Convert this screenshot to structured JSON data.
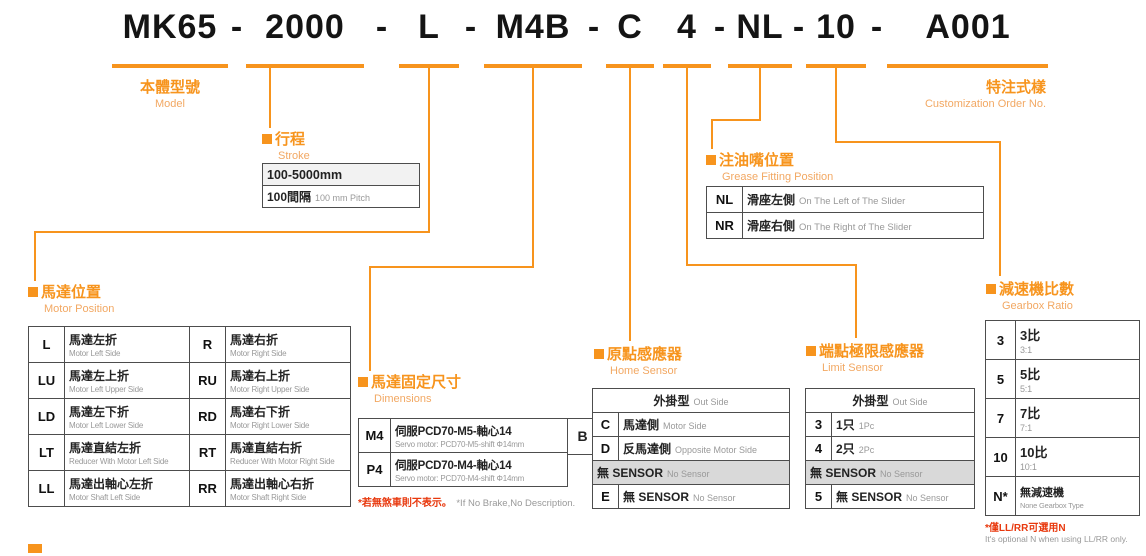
{
  "colors": {
    "accent": "#f7941d",
    "accent_light": "#f2a863",
    "note_red": "#e8380d",
    "muted_text": "#999999",
    "divider_gray": "#d9d9d9"
  },
  "model_code": {
    "separator": "-",
    "segments": [
      "MK65",
      "2000",
      "L",
      "M4B",
      "C",
      "4",
      "NL",
      "10",
      "A001"
    ]
  },
  "sections": {
    "model": {
      "title": "本體型號",
      "subtitle": "Model"
    },
    "stroke": {
      "title": "行程",
      "subtitle": "Stroke",
      "range": "100-5000mm",
      "pitch_zh": "100間隔",
      "pitch_en": "100 mm Pitch"
    },
    "custom_order": {
      "title": "特注式樣",
      "subtitle": "Customization Order No."
    },
    "grease": {
      "title": "注油嘴位置",
      "subtitle": "Grease Fitting Position",
      "rows": [
        {
          "code": "NL",
          "zh": "滑座左側",
          "en": "On The Left of The Slider"
        },
        {
          "code": "NR",
          "zh": "滑座右側",
          "en": "On The Right of The Slider"
        }
      ]
    },
    "motor_position": {
      "title": "馬達位置",
      "subtitle": "Motor Position",
      "rows": [
        {
          "c1": "L",
          "zh1": "馬達左折",
          "en1": "Motor Left Side",
          "c2": "R",
          "zh2": "馬達右折",
          "en2": "Motor Right Side"
        },
        {
          "c1": "LU",
          "zh1": "馬達左上折",
          "en1": "Motor Left Upper Side",
          "c2": "RU",
          "zh2": "馬達右上折",
          "en2": "Motor Right Upper Side"
        },
        {
          "c1": "LD",
          "zh1": "馬達左下折",
          "en1": "Motor Left Lower Side",
          "c2": "RD",
          "zh2": "馬達右下折",
          "en2": "Motor Right Lower Side"
        },
        {
          "c1": "LT",
          "zh1": "馬達直結左折",
          "en1": "Reducer With Motor Left Side",
          "c2": "RT",
          "zh2": "馬達直結右折",
          "en2": "Reducer With Motor Right Side"
        },
        {
          "c1": "LL",
          "zh1": "馬達出軸心左折",
          "en1": "Motor Shaft Left Side",
          "c2": "RR",
          "zh2": "馬達出軸心右折",
          "en2": "Motor Shaft Right Side"
        }
      ]
    },
    "dimensions": {
      "title": "馬達固定尺寸",
      "subtitle": "Dimensions",
      "rows": [
        {
          "code": "M4",
          "zh": "伺服PCD70-M5-軸心14",
          "en": "Servo motor: PCD70-M5-shift Φ14mm"
        },
        {
          "code": "P4",
          "zh": "伺服PCD70-M4-軸心14",
          "en": "Servo motor: PCD70-M4-shift Φ14mm"
        }
      ],
      "brake_code": "B",
      "note_zh": "*若無煞車則不表示。",
      "note_en": "*If No Brake,No Description."
    },
    "home_sensor": {
      "title": "原點感應器",
      "subtitle": "Home Sensor",
      "header_zh": "外掛型",
      "header_en": "Out Side",
      "rows": [
        {
          "code": "C",
          "zh": "馬達側",
          "en": "Motor Side"
        },
        {
          "code": "D",
          "zh": "反馬達側",
          "en": "Opposite Motor Side"
        }
      ],
      "divider_zh": "無 SENSOR",
      "divider_en": "No Sensor",
      "none_row": {
        "code": "E",
        "zh": "無 SENSOR",
        "en": "No Sensor"
      }
    },
    "limit_sensor": {
      "title": "端點極限感應器",
      "subtitle": "Limit Sensor",
      "header_zh": "外掛型",
      "header_en": "Out Side",
      "rows": [
        {
          "code": "3",
          "zh": "1只",
          "en": "1Pc"
        },
        {
          "code": "4",
          "zh": "2只",
          "en": "2Pc"
        }
      ],
      "divider_zh": "無 SENSOR",
      "divider_en": "No Sensor",
      "none_row": {
        "code": "5",
        "zh": "無 SENSOR",
        "en": "No Sensor"
      }
    },
    "gearbox": {
      "title": "減速機比數",
      "subtitle": "Gearbox Ratio",
      "rows": [
        {
          "code": "3",
          "zh": "3比",
          "en": "3:1"
        },
        {
          "code": "5",
          "zh": "5比",
          "en": "5:1"
        },
        {
          "code": "7",
          "zh": "7比",
          "en": "7:1"
        },
        {
          "code": "10",
          "zh": "10比",
          "en": "10:1"
        },
        {
          "code": "N*",
          "zh": "無減速機",
          "en": "None Gearbox Type"
        }
      ],
      "note_zh": "*僅LL/RR可選用N",
      "note_en": "It's optional N when using LL/RR only."
    }
  }
}
